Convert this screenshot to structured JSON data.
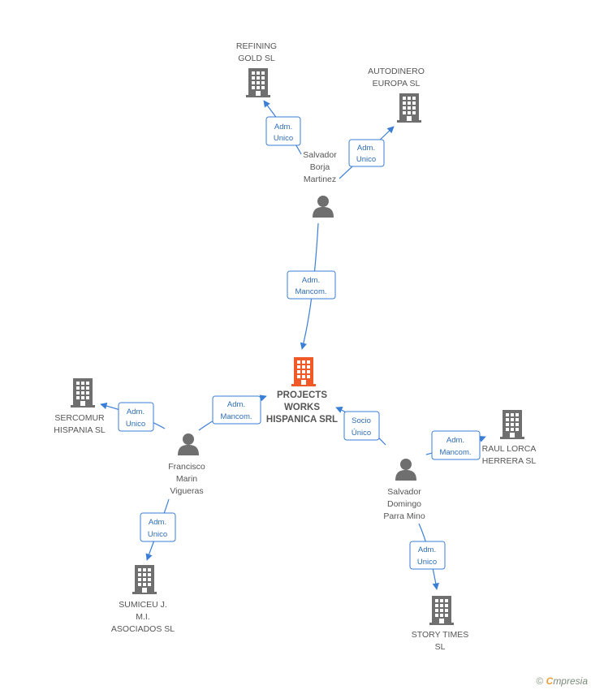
{
  "colors": {
    "edge": "#3a7ed6",
    "node_gray": "#6f6f6f",
    "node_center": "#f05a28",
    "label_text": "#555555",
    "edge_label_text": "#2e6db4"
  },
  "nodes": {
    "center": {
      "lines": [
        "PROJECTS",
        "WORKS",
        "HISPANICA SRL"
      ],
      "type": "company-highlight"
    },
    "refining": {
      "lines": [
        "REFINING",
        "GOLD SL"
      ],
      "type": "company"
    },
    "autodinero": {
      "lines": [
        "AUTODINERO",
        "EUROPA SL"
      ],
      "type": "company"
    },
    "salvador_borja": {
      "lines": [
        "Salvador",
        "Borja",
        "Martinez"
      ],
      "type": "person"
    },
    "sercomur": {
      "lines": [
        "SERCOMUR",
        "HISPANIA SL"
      ],
      "type": "company"
    },
    "francisco": {
      "lines": [
        "Francisco",
        "Marin",
        "Vigueras"
      ],
      "type": "person"
    },
    "sumiceu": {
      "lines": [
        "SUMICEU J.",
        "M.I.",
        "ASOCIADOS SL"
      ],
      "type": "company"
    },
    "raul": {
      "lines": [
        "RAUL LORCA",
        "HERRERA SL"
      ],
      "type": "company"
    },
    "salvador_domingo": {
      "lines": [
        "Salvador",
        "Domingo",
        "Parra Mino"
      ],
      "type": "person"
    },
    "story": {
      "lines": [
        "STORY TIMES",
        "SL"
      ],
      "type": "company"
    }
  },
  "edges": [
    {
      "id": "sb-refining",
      "label": [
        "Adm.",
        "Unico"
      ]
    },
    {
      "id": "sb-autodinero",
      "label": [
        "Adm.",
        "Unico"
      ]
    },
    {
      "id": "sb-center",
      "label": [
        "Adm.",
        "Mancom."
      ]
    },
    {
      "id": "fr-sercomur",
      "label": [
        "Adm.",
        "Unico"
      ]
    },
    {
      "id": "fr-center",
      "label": [
        "Adm.",
        "Mancom."
      ]
    },
    {
      "id": "fr-sumiceu",
      "label": [
        "Adm.",
        "Unico"
      ]
    },
    {
      "id": "sd-center",
      "label": [
        "Socio",
        "Único"
      ]
    },
    {
      "id": "sd-raul",
      "label": [
        "Adm.",
        "Mancom."
      ]
    },
    {
      "id": "sd-story",
      "label": [
        "Adm.",
        "Unico"
      ]
    }
  ],
  "watermark": {
    "copyright": "©",
    "brand_first": "C",
    "brand_rest": "mpresia"
  }
}
